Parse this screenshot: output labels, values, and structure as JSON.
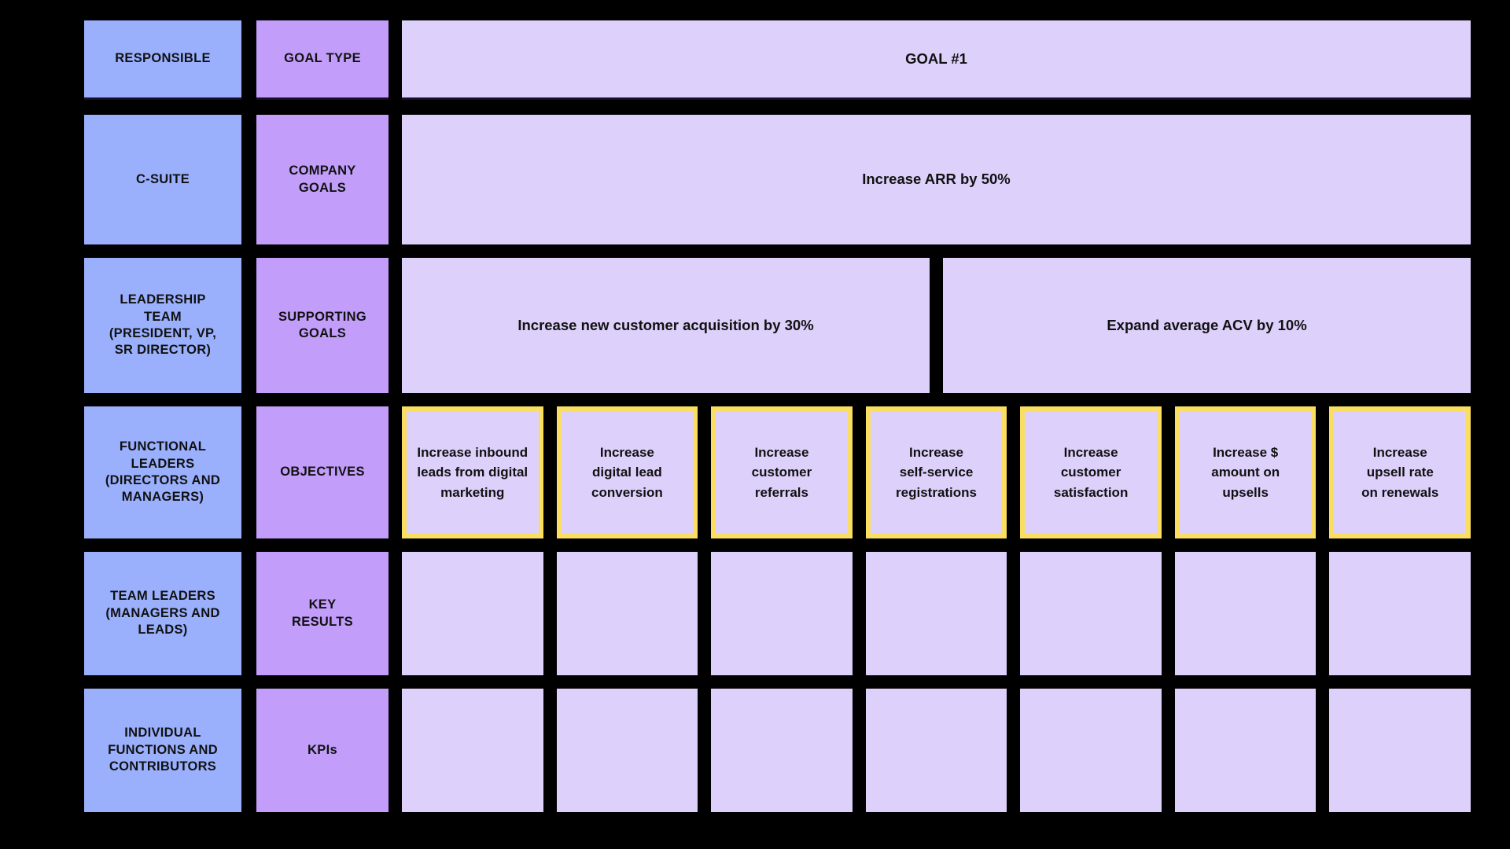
{
  "matrix": {
    "headers": {
      "responsible": "RESPONSIBLE",
      "goal_type": "GOAL TYPE",
      "goal": "GOAL #1"
    },
    "colors": {
      "background": "#000000",
      "responsible_cell": "#9AB0FD",
      "goal_type_cell": "#C29EFA",
      "content_cell": "#DDD0FB",
      "objective_border": "#F9DE61",
      "text": "#111111"
    },
    "rows": [
      {
        "responsible": "C-SUITE",
        "goal_type": "COMPANY\nGOALS",
        "cells": [
          "Increase ARR by 50%"
        ]
      },
      {
        "responsible": "LEADERSHIP\nTEAM\n(PRESIDENT, VP,\nSR DIRECTOR)",
        "goal_type": "SUPPORTING\nGOALS",
        "cells": [
          "Increase new customer acquisition by 30%",
          "Expand average ACV by 10%"
        ]
      },
      {
        "responsible": "FUNCTIONAL\nLEADERS\n(DIRECTORS AND\nMANAGERS)",
        "goal_type": "OBJECTIVES",
        "cells": [
          "Increase inbound\nleads from digital\nmarketing",
          "Increase\ndigital lead\nconversion",
          "Increase\ncustomer\nreferrals",
          "Increase\nself-service\nregistrations",
          "Increase\ncustomer\nsatisfaction",
          "Increase $\namount on\nupsells",
          "Increase\nupsell rate\non renewals"
        ]
      },
      {
        "responsible": "TEAM LEADERS\n(MANAGERS AND\nLEADS)",
        "goal_type": "KEY\nRESULTS",
        "cells": [
          "",
          "",
          "",
          "",
          "",
          "",
          ""
        ]
      },
      {
        "responsible": "INDIVIDUAL\nFUNCTIONS AND\nCONTRIBUTORS",
        "goal_type": "KPIs",
        "cells": [
          "",
          "",
          "",
          "",
          "",
          "",
          ""
        ]
      }
    ]
  }
}
